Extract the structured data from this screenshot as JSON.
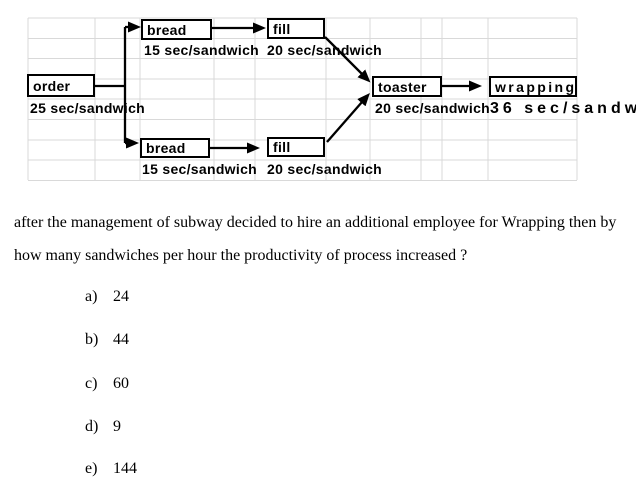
{
  "colors": {
    "grid_line": "#d9d9d9",
    "connector": "#000000",
    "text": "#000000"
  },
  "diagram": {
    "nodes": [
      {
        "label": "order",
        "rate": "25 sec/sandwich"
      },
      {
        "label": "bread",
        "rate": "15 sec/sandwich"
      },
      {
        "label": "fill",
        "rate": "20 sec/sandwich"
      },
      {
        "label": "bread",
        "rate": "15 sec/sandwich"
      },
      {
        "label": "fill",
        "rate": "20 sec/sandwich"
      },
      {
        "label": "toaster",
        "rate": "20 sec/sandwich"
      },
      {
        "label": "wrapping",
        "rate": "36 sec/sandw"
      }
    ]
  },
  "question": {
    "line1": "after the management of subway decided to hire an additional employee for Wrapping then by",
    "line2": "how many sandwiches per hour the productivity of process increased ?"
  },
  "options": [
    {
      "letter": "a)",
      "value": "24"
    },
    {
      "letter": "b)",
      "value": "44"
    },
    {
      "letter": "c)",
      "value": "60"
    },
    {
      "letter": "d)",
      "value": "9"
    },
    {
      "letter": "e)",
      "value": "144"
    }
  ]
}
